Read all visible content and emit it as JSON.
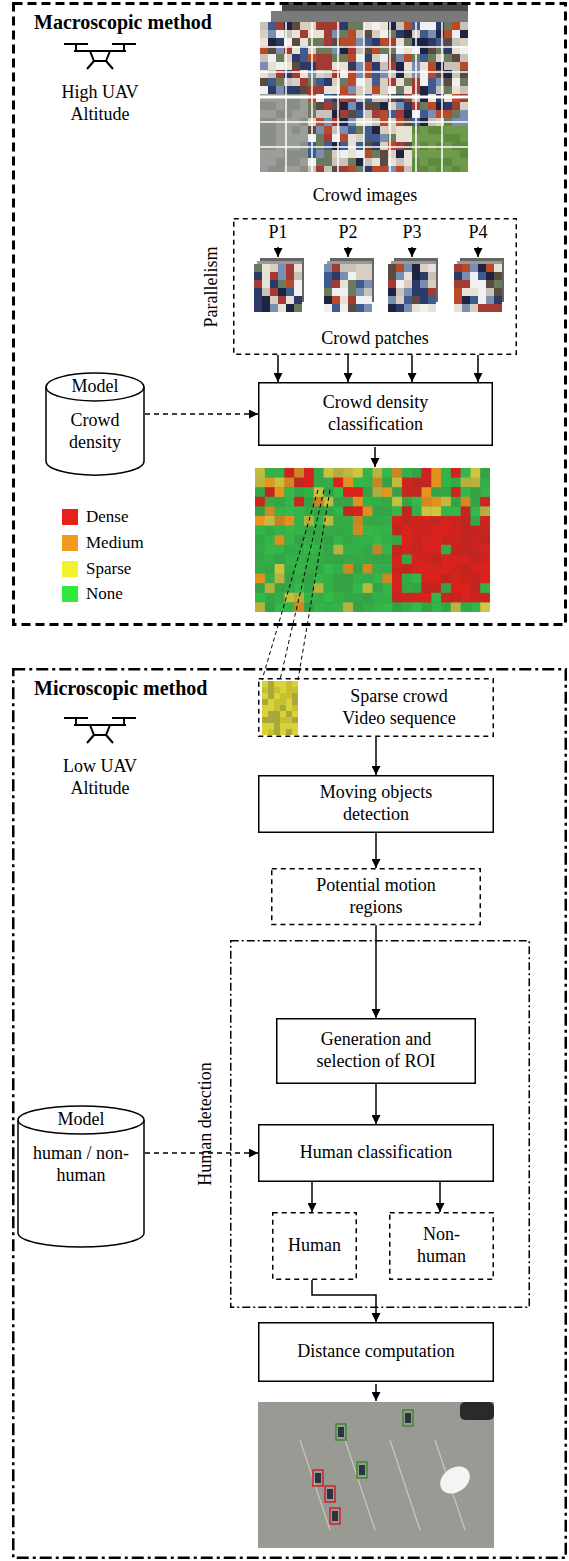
{
  "diagram": {
    "nodes": [
      {
        "text": [
          "Macroscopic method"
        ]
      },
      {
        "text": [
          "Parallelism",
          "Crowd patches"
        ],
        "in": 0
      },
      {
        "text": [
          "Model",
          "Crowd density"
        ],
        "in": 0
      },
      {
        "text": [
          "Crowd density classification"
        ],
        "in": 0
      },
      {
        "text": [
          "Microscopic method"
        ]
      },
      {
        "text": [
          "Sparse crowd Video sequence"
        ],
        "in": 4
      },
      {
        "text": [
          "Moving objects detection"
        ],
        "in": 4
      },
      {
        "text": [
          "Potential motion regions"
        ],
        "in": 4
      },
      {
        "text": [
          "Human detection"
        ],
        "in": 4
      },
      {
        "text": [
          "Generation and selection of ROI"
        ],
        "in": 8
      },
      {
        "text": [
          "Model",
          "human / non-human"
        ],
        "in": 4
      },
      {
        "text": [
          "Human classification"
        ],
        "in": 8
      },
      {
        "text": [
          "Human"
        ],
        "in": 8
      },
      {
        "text": [
          "Non-human"
        ],
        "in": 8
      },
      {
        "text": [
          "Distance computation"
        ],
        "in": 4
      }
    ],
    "edges": [
      {
        "from": 1,
        "to": 3,
        "arrow": "to"
      },
      {
        "from": 1,
        "to": 3,
        "arrow": "to"
      },
      {
        "from": 1,
        "to": 3,
        "arrow": "to"
      },
      {
        "from": 1,
        "to": 3,
        "arrow": "to"
      },
      {
        "from": 2,
        "to": 3,
        "arrow": "to"
      },
      {
        "from": 5,
        "to": 6,
        "arrow": "to"
      },
      {
        "from": 6,
        "to": 7,
        "arrow": "to"
      },
      {
        "from": 7,
        "to": 9,
        "arrow": "to"
      },
      {
        "from": 9,
        "to": 11,
        "arrow": "to"
      },
      {
        "from": 10,
        "to": 11,
        "arrow": "to"
      },
      {
        "from": 11,
        "to": 12,
        "arrow": "to"
      },
      {
        "from": 11,
        "to": 13,
        "arrow": "to"
      },
      {
        "from": 12,
        "to": 14,
        "arrow": "to"
      }
    ],
    "labels": [
      "High UAV Altitude",
      "Crowd images",
      "P1",
      "P2",
      "P3",
      "P4",
      "Low UAV Altitude"
    ],
    "legend": [
      {
        "text": "Dense",
        "color": "#e8201a"
      },
      {
        "text": "Medium",
        "color": "#f29a1e"
      },
      {
        "text": "Sparse",
        "color": "#f2f22a"
      },
      {
        "text": "None",
        "color": "#2ee83a"
      }
    ]
  }
}
